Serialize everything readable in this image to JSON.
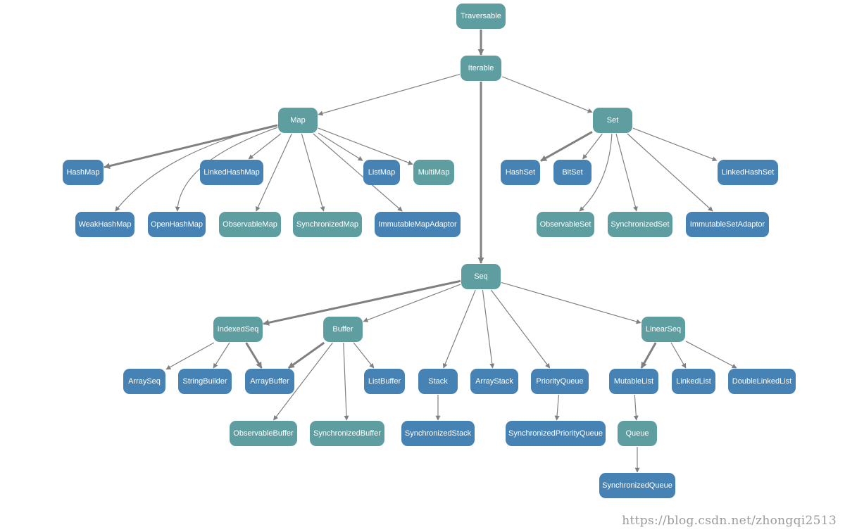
{
  "colors": {
    "teal": "#5f9ea0",
    "blue": "#4682b4",
    "edge": "#808080",
    "background": "#ffffff"
  },
  "nodes": [
    {
      "id": "traversable",
      "label": "Traversable",
      "color": "teal"
    },
    {
      "id": "iterable",
      "label": "Iterable",
      "color": "teal"
    },
    {
      "id": "map",
      "label": "Map",
      "color": "teal"
    },
    {
      "id": "set",
      "label": "Set",
      "color": "teal"
    },
    {
      "id": "seq",
      "label": "Seq",
      "color": "teal"
    },
    {
      "id": "hashmap",
      "label": "HashMap",
      "color": "blue"
    },
    {
      "id": "linkedhashmap",
      "label": "LinkedHashMap",
      "color": "blue"
    },
    {
      "id": "listmap",
      "label": "ListMap",
      "color": "blue"
    },
    {
      "id": "multimap",
      "label": "MultiMap",
      "color": "teal"
    },
    {
      "id": "weakhashmap",
      "label": "WeakHashMap",
      "color": "blue"
    },
    {
      "id": "openhashmap",
      "label": "OpenHashMap",
      "color": "blue"
    },
    {
      "id": "observablemap",
      "label": "ObservableMap",
      "color": "teal"
    },
    {
      "id": "synchronizedmap",
      "label": "SynchronizedMap",
      "color": "teal"
    },
    {
      "id": "immutablemapadaptor",
      "label": "ImmutableMapAdaptor",
      "color": "blue"
    },
    {
      "id": "hashset",
      "label": "HashSet",
      "color": "blue"
    },
    {
      "id": "bitset",
      "label": "BitSet",
      "color": "blue"
    },
    {
      "id": "linkedhashset",
      "label": "LinkedHashSet",
      "color": "blue"
    },
    {
      "id": "observableset",
      "label": "ObservableSet",
      "color": "teal"
    },
    {
      "id": "synchronizedset",
      "label": "SynchronizedSet",
      "color": "teal"
    },
    {
      "id": "immutablesetadaptor",
      "label": "ImmutableSetAdaptor",
      "color": "blue"
    },
    {
      "id": "indexedseq",
      "label": "IndexedSeq",
      "color": "teal"
    },
    {
      "id": "buffer",
      "label": "Buffer",
      "color": "teal"
    },
    {
      "id": "linearseq",
      "label": "LinearSeq",
      "color": "teal"
    },
    {
      "id": "arrayseq",
      "label": "ArraySeq",
      "color": "blue"
    },
    {
      "id": "stringbuilder",
      "label": "StringBuilder",
      "color": "blue"
    },
    {
      "id": "arraybuffer",
      "label": "ArrayBuffer",
      "color": "blue"
    },
    {
      "id": "listbuffer",
      "label": "ListBuffer",
      "color": "blue"
    },
    {
      "id": "stack",
      "label": "Stack",
      "color": "blue"
    },
    {
      "id": "arraystack",
      "label": "ArrayStack",
      "color": "blue"
    },
    {
      "id": "priorityqueue",
      "label": "PriorityQueue",
      "color": "blue"
    },
    {
      "id": "mutablelist",
      "label": "MutableList",
      "color": "blue"
    },
    {
      "id": "linkedlist",
      "label": "LinkedList",
      "color": "blue"
    },
    {
      "id": "doublelinkedlist",
      "label": "DoubleLinkedList",
      "color": "blue"
    },
    {
      "id": "observablebuffer",
      "label": "ObservableBuffer",
      "color": "teal"
    },
    {
      "id": "synchronizedbuffer",
      "label": "SynchronizedBuffer",
      "color": "teal"
    },
    {
      "id": "synchronizedstack",
      "label": "SynchronizedStack",
      "color": "blue"
    },
    {
      "id": "synchronizedpriorityqueue",
      "label": "SynchronizedPriorityQueue",
      "color": "blue"
    },
    {
      "id": "queue",
      "label": "Queue",
      "color": "teal"
    },
    {
      "id": "synchronizedqueue",
      "label": "SynchronizedQueue",
      "color": "blue"
    }
  ],
  "edges": [
    {
      "from": "traversable",
      "to": "iterable",
      "style": "bold"
    },
    {
      "from": "iterable",
      "to": "map",
      "style": "thin"
    },
    {
      "from": "iterable",
      "to": "set",
      "style": "thin"
    },
    {
      "from": "iterable",
      "to": "seq",
      "style": "bold"
    },
    {
      "from": "map",
      "to": "hashmap",
      "style": "bold"
    },
    {
      "from": "map",
      "to": "linkedhashmap",
      "style": "thin"
    },
    {
      "from": "map",
      "to": "listmap",
      "style": "thin"
    },
    {
      "from": "map",
      "to": "multimap",
      "style": "thin"
    },
    {
      "from": "map",
      "to": "weakhashmap",
      "style": "thin"
    },
    {
      "from": "map",
      "to": "openhashmap",
      "style": "thin"
    },
    {
      "from": "map",
      "to": "observablemap",
      "style": "thin"
    },
    {
      "from": "map",
      "to": "synchronizedmap",
      "style": "thin"
    },
    {
      "from": "map",
      "to": "immutablemapadaptor",
      "style": "thin"
    },
    {
      "from": "set",
      "to": "hashset",
      "style": "bold"
    },
    {
      "from": "set",
      "to": "bitset",
      "style": "thin"
    },
    {
      "from": "set",
      "to": "linkedhashset",
      "style": "thin"
    },
    {
      "from": "set",
      "to": "observableset",
      "style": "thin"
    },
    {
      "from": "set",
      "to": "synchronizedset",
      "style": "thin"
    },
    {
      "from": "set",
      "to": "immutablesetadaptor",
      "style": "thin"
    },
    {
      "from": "seq",
      "to": "indexedseq",
      "style": "bold"
    },
    {
      "from": "seq",
      "to": "buffer",
      "style": "thin"
    },
    {
      "from": "seq",
      "to": "stack",
      "style": "thin"
    },
    {
      "from": "seq",
      "to": "arraystack",
      "style": "thin"
    },
    {
      "from": "seq",
      "to": "priorityqueue",
      "style": "thin"
    },
    {
      "from": "seq",
      "to": "linearseq",
      "style": "thin"
    },
    {
      "from": "indexedseq",
      "to": "arrayseq",
      "style": "thin"
    },
    {
      "from": "indexedseq",
      "to": "stringbuilder",
      "style": "thin"
    },
    {
      "from": "indexedseq",
      "to": "arraybuffer",
      "style": "bold"
    },
    {
      "from": "buffer",
      "to": "arraybuffer",
      "style": "bold"
    },
    {
      "from": "buffer",
      "to": "listbuffer",
      "style": "thin"
    },
    {
      "from": "buffer",
      "to": "observablebuffer",
      "style": "thin"
    },
    {
      "from": "buffer",
      "to": "synchronizedbuffer",
      "style": "thin"
    },
    {
      "from": "stack",
      "to": "synchronizedstack",
      "style": "thin"
    },
    {
      "from": "priorityqueue",
      "to": "synchronizedpriorityqueue",
      "style": "thin"
    },
    {
      "from": "linearseq",
      "to": "mutablelist",
      "style": "bold"
    },
    {
      "from": "linearseq",
      "to": "linkedlist",
      "style": "thin"
    },
    {
      "from": "linearseq",
      "to": "doublelinkedlist",
      "style": "thin"
    },
    {
      "from": "mutablelist",
      "to": "queue",
      "style": "thin"
    },
    {
      "from": "queue",
      "to": "synchronizedqueue",
      "style": "thin"
    }
  ],
  "watermark": "https://blog.csdn.net/zhongqi2513"
}
